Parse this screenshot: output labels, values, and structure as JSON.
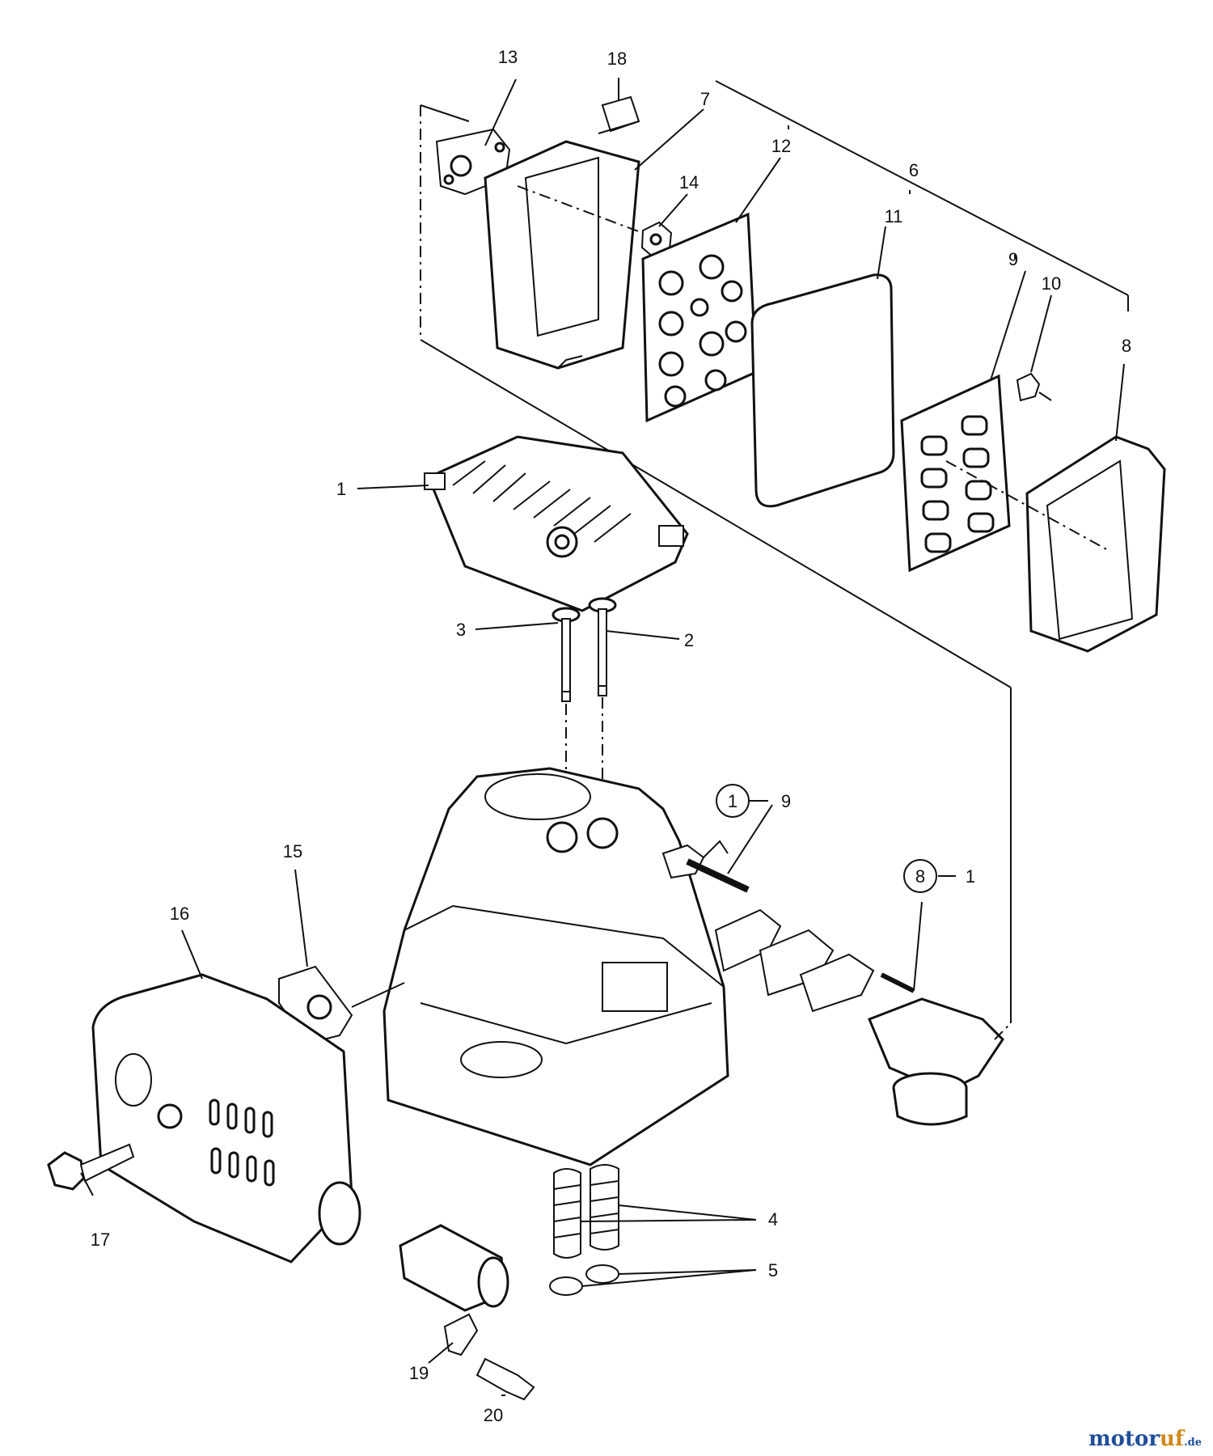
{
  "labels": {
    "c13": "13",
    "c18": "18",
    "c7": "7",
    "c12": "12",
    "c14": "14",
    "c6": "6",
    "c11": "11",
    "c9": "9",
    "c10": "10",
    "c8": "8",
    "c1": "1",
    "c3": "3",
    "c2": "2",
    "c15": "15",
    "c16": "16",
    "c17": "17",
    "c4": "4",
    "c5": "5",
    "c19": "19",
    "c20": "20"
  },
  "refs": {
    "r1_circle": "1",
    "r1_ref": "9",
    "r8_circle": "8",
    "r8_ref": "1"
  },
  "watermark": {
    "brand": "motor",
    "suffix": "uf",
    "tld": ".de"
  }
}
